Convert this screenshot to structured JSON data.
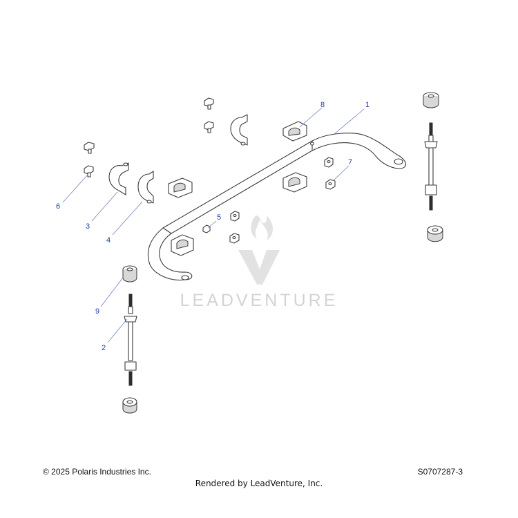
{
  "diagram": {
    "callouts": [
      {
        "id": "1",
        "label": "1"
      },
      {
        "id": "2",
        "label": "2"
      },
      {
        "id": "3",
        "label": "3"
      },
      {
        "id": "4",
        "label": "4"
      },
      {
        "id": "5",
        "label": "5"
      },
      {
        "id": "6",
        "label": "6"
      },
      {
        "id": "7",
        "label": "7"
      },
      {
        "id": "8",
        "label": "8"
      },
      {
        "id": "9",
        "label": "9"
      }
    ],
    "watermark": "LEADVENTURE",
    "colors": {
      "callout": "#1f3fa8",
      "leader": "#6d7fc4",
      "line": "#3a3a3a",
      "watermark": "#d3d3d3"
    }
  },
  "footer": {
    "copyright": "© 2025 Polaris Industries Inc.",
    "drawing_id": "S0707287-3",
    "rendered_by": "Rendered by LeadVenture, Inc."
  }
}
